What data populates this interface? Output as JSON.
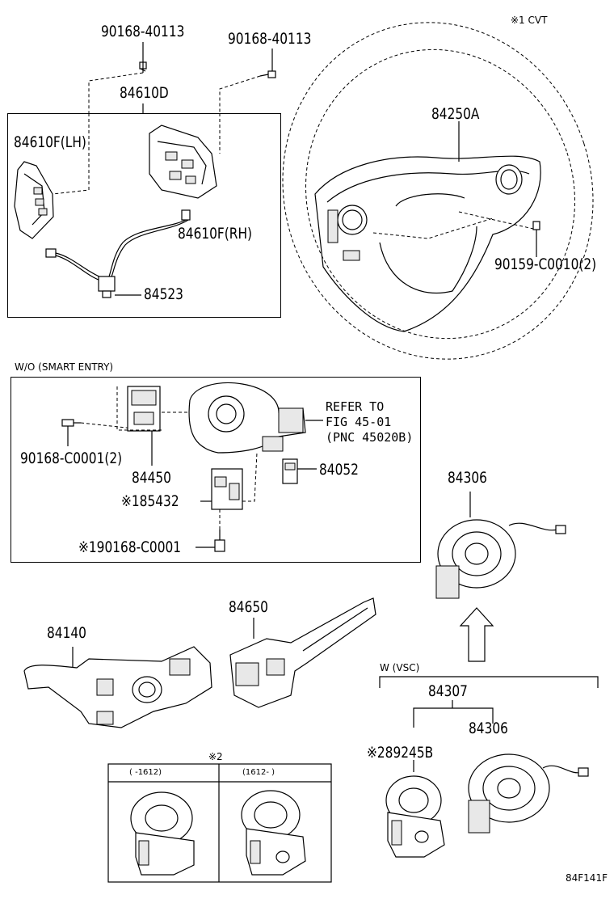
{
  "figure_code": "84F141F",
  "notes": {
    "note1": "※1 CVT",
    "note2": "※2",
    "col_left": "(      -1612)",
    "col_right": "(1612-      )"
  },
  "groups": {
    "wo_smart_entry": "W/O (SMART ENTRY)",
    "w_vsc": "W (VSC)"
  },
  "refer_text": "REFER TO\nFIG 45-01\n(PNC 45020B)",
  "parts": {
    "p90168_40113_a": "90168-40113",
    "p90168_40113_b": "90168-40113",
    "p84610D": "84610D",
    "p84610F_LH": "84610F(LH)",
    "p84610F_RH": "84610F(RH)",
    "p84523": "84523",
    "p84250A": "84250A",
    "p90159": "90159-C0010(2)",
    "p90168_C0001_2": "90168-C0001(2)",
    "p84450": "84450",
    "p85432": "※185432",
    "p90168_C0001": "※190168-C0001",
    "p84052": "84052",
    "p84306_top": "84306",
    "p84140": "84140",
    "p84650": "84650",
    "p84307": "84307",
    "p89245B": "※289245B",
    "p84306_bottom": "84306"
  }
}
